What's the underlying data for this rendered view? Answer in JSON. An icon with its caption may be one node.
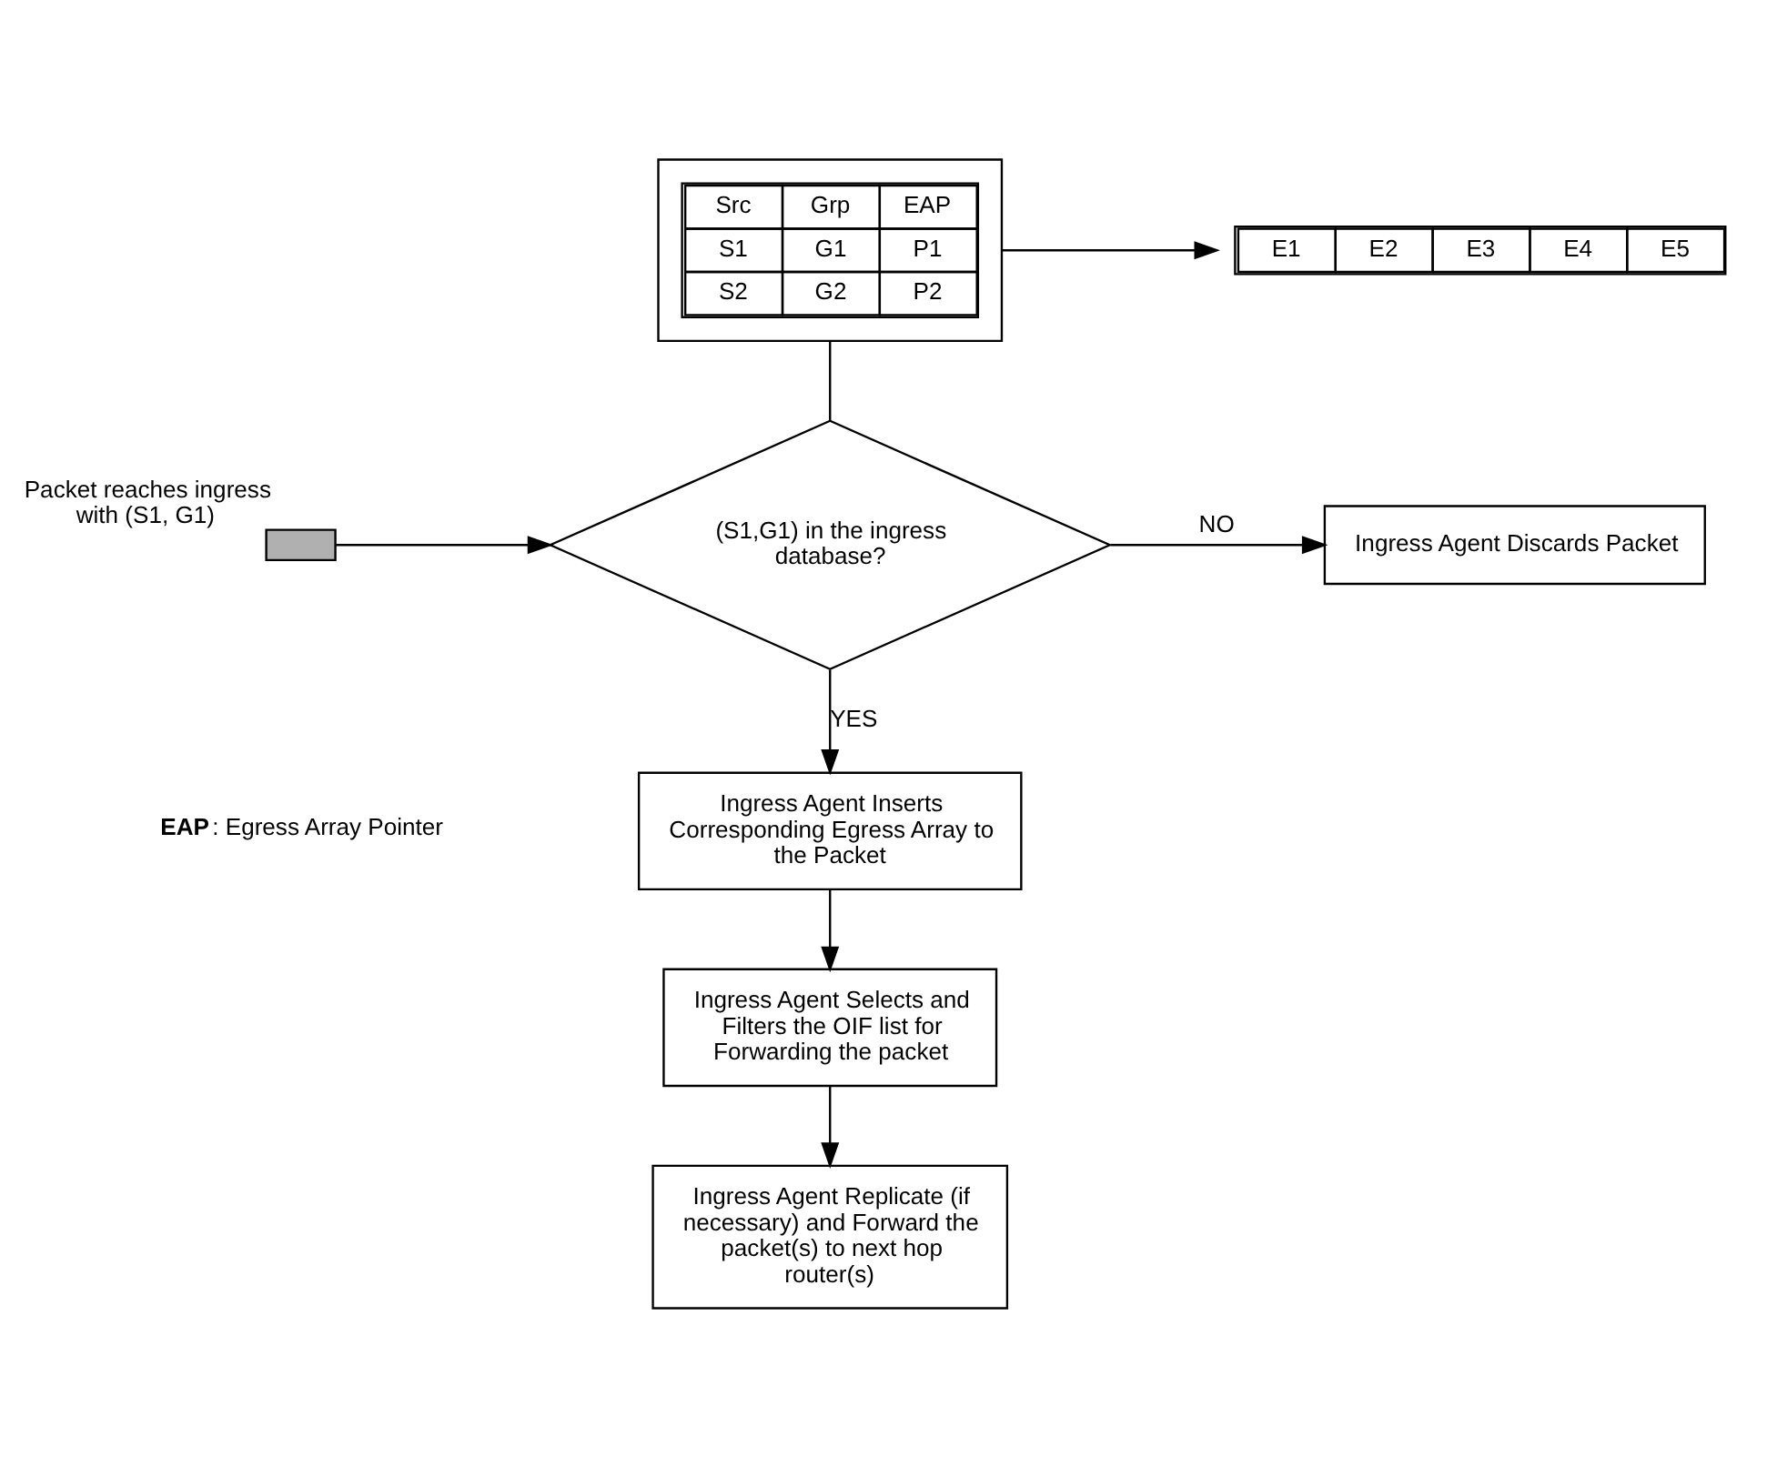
{
  "diagram": {
    "nodes": [
      {
        "text": [],
        "shape": "box",
        "beside": [
          "Packet reaches ingress with (S1, G1)"
        ]
      },
      {
        "text": [
          "Src",
          "Grp",
          "EAP",
          "S1",
          "G1",
          "P1",
          "S2",
          "G2",
          "P2"
        ]
      },
      {
        "text": [
          "E1",
          "E2",
          "E3",
          "E4",
          "E5"
        ]
      },
      {
        "text": [
          "(S1,G1) in the ingress database?"
        ]
      },
      {
        "text": [
          "Ingress Agent Discards Packet"
        ]
      },
      {
        "text": [
          "Ingress Agent Inserts Corresponding Egress Array to the Packet"
        ]
      },
      {
        "text": [
          "Ingress Agent Selects and Filters the OIF list for Forwarding the packet"
        ]
      },
      {
        "text": [
          "Ingress Agent Replicate (if necessary) and Forward the packet(s) to next hop router(s)"
        ]
      }
    ],
    "edges": [
      {
        "from": 0,
        "to": 3,
        "arrow": "to"
      },
      {
        "from": 1,
        "to": 2,
        "arrow": "to"
      },
      {
        "from": 1,
        "to": 3,
        "arrow": "none"
      },
      {
        "from": 3,
        "to": 4,
        "arrow": "to",
        "label": "NO"
      },
      {
        "from": 3,
        "to": 5,
        "arrow": "to",
        "label": "YES"
      },
      {
        "from": 5,
        "to": 6,
        "arrow": "to"
      },
      {
        "from": 6,
        "to": 7,
        "arrow": "to"
      }
    ],
    "labels": [
      "**EAP**: Egress Array Pointer"
    ]
  }
}
